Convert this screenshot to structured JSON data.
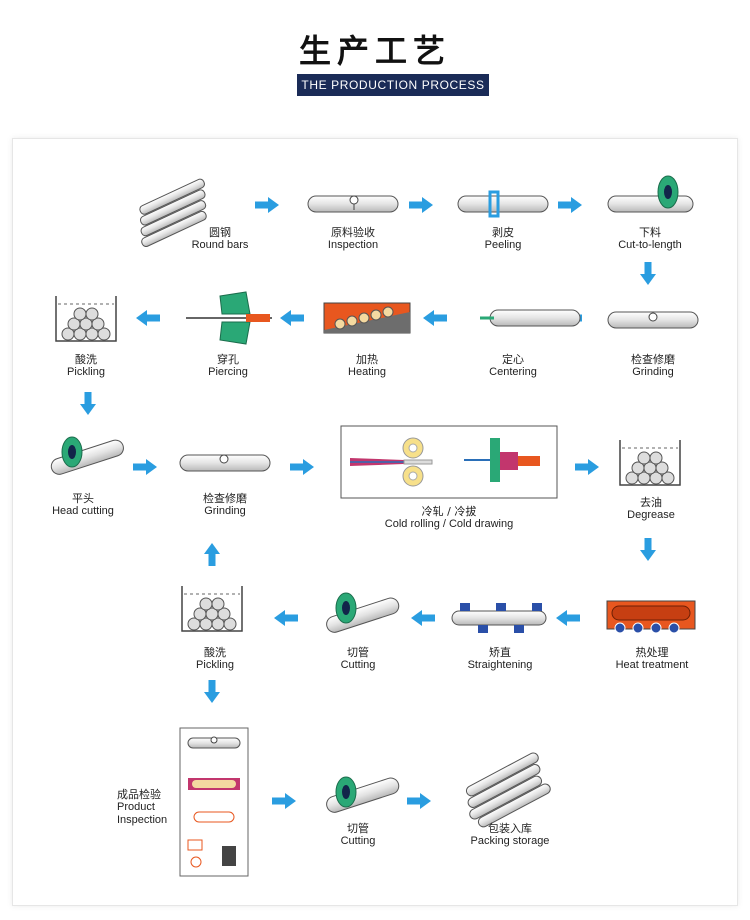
{
  "header": {
    "title": "生产工艺",
    "subtitle": "THE PRODUCTION PROCESS"
  },
  "steps": {
    "round_bars": {
      "cn": "圆钢",
      "en": "Round bars"
    },
    "inspection": {
      "cn": "原料验收",
      "en": "Inspection"
    },
    "peeling": {
      "cn": "剥皮",
      "en": "Peeling"
    },
    "cut_to_length": {
      "cn": "下料",
      "en": "Cut-to-length"
    },
    "grinding_1": {
      "cn": "检查修磨",
      "en": "Grinding"
    },
    "centering": {
      "cn": "定心",
      "en": "Centering"
    },
    "heating": {
      "cn": "加热",
      "en": "Heating"
    },
    "piercing": {
      "cn": "穿孔",
      "en": "Piercing"
    },
    "pickling_1": {
      "cn": "酸洗",
      "en": "Pickling"
    },
    "head_cutting": {
      "cn": "平头",
      "en": "Head cutting"
    },
    "grinding_2": {
      "cn": "检查修磨",
      "en": "Grinding"
    },
    "cold_rolling": {
      "cn": "冷轧 / 冷拔",
      "en": "Cold rolling / Cold drawing"
    },
    "degrease": {
      "cn": "去油",
      "en": "Degrease"
    },
    "heat_treatment": {
      "cn": "热处理",
      "en": "Heat treatment"
    },
    "straightening": {
      "cn": "矫直",
      "en": "Straightening"
    },
    "cutting_1": {
      "cn": "切管",
      "en": "Cutting"
    },
    "pickling_2": {
      "cn": "酸洗",
      "en": "Pickling"
    },
    "product_inspection": {
      "cn": "成品检验",
      "en1": "Product",
      "en2": "Inspection"
    },
    "cutting_2": {
      "cn": "切管",
      "en": "Cutting"
    },
    "packing": {
      "cn": "包装入库",
      "en": "Packing storage"
    }
  },
  "colors": {
    "arrow": "#2a9de0",
    "header_bg": "#1a2b57",
    "tube": "#e9e9e9",
    "green": "#2aa876",
    "heat": "#e8571f"
  }
}
